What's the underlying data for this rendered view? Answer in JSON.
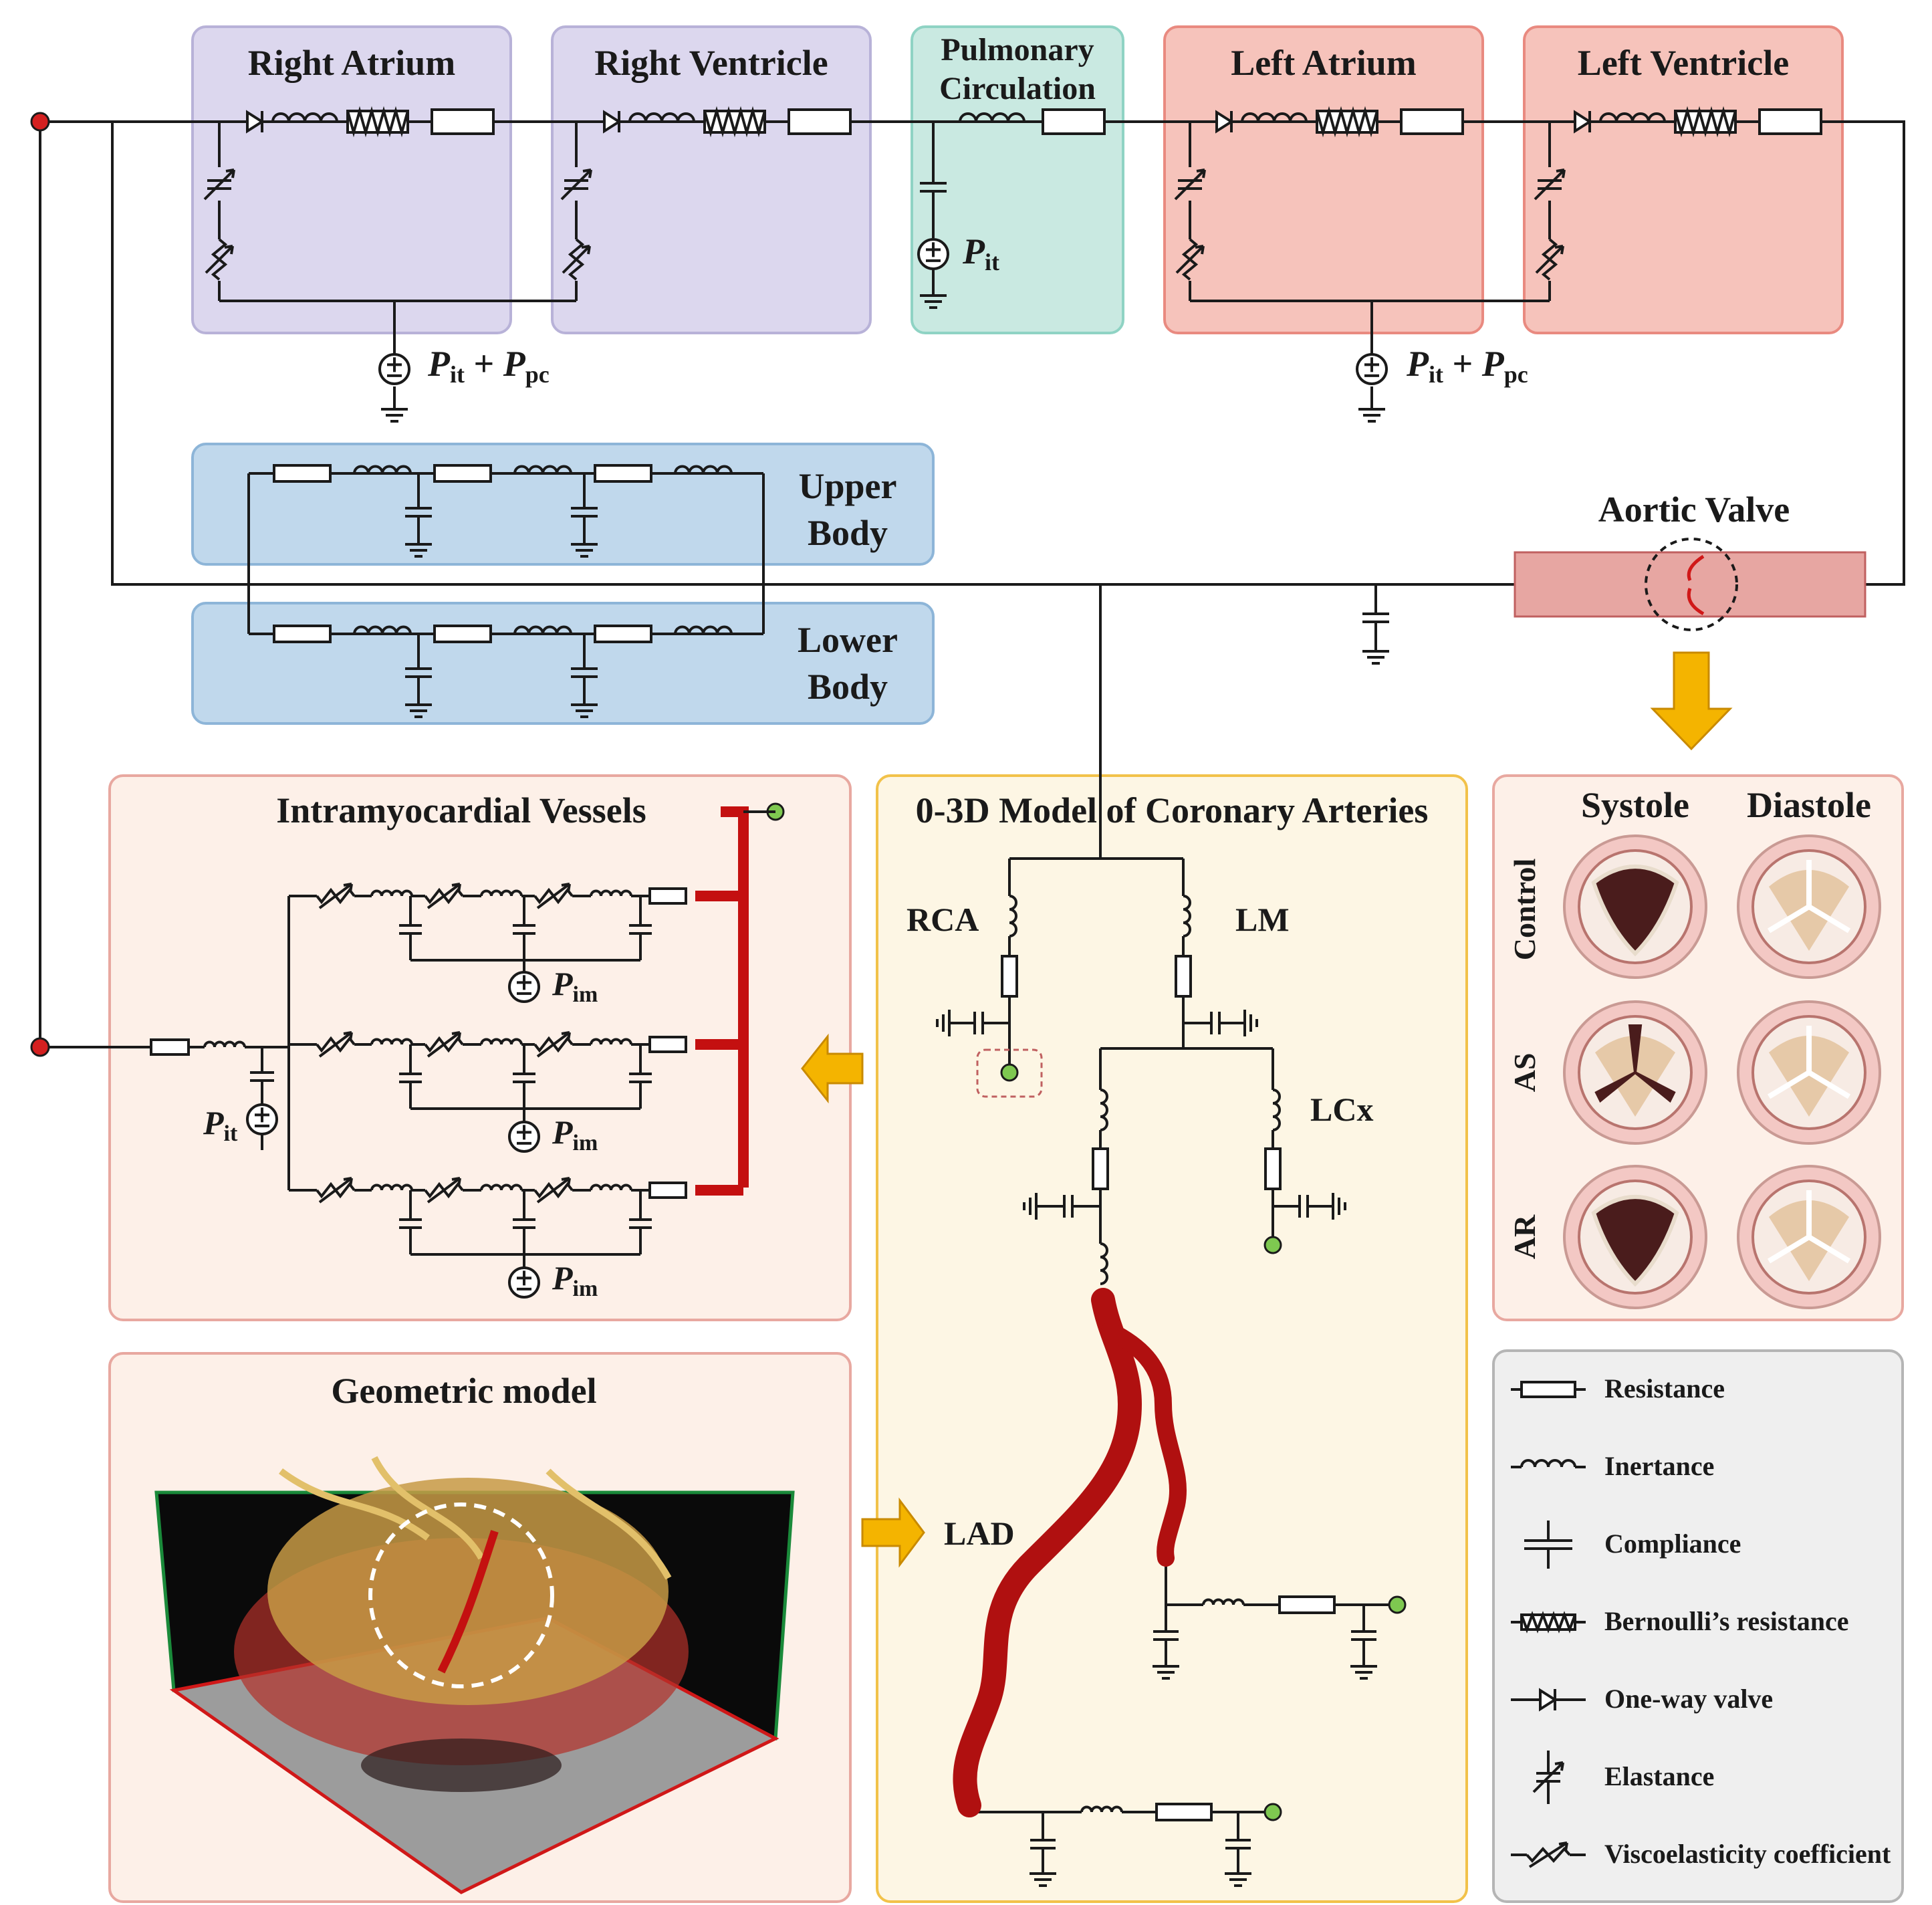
{
  "colors": {
    "right_heart_fill": "#dcd7ee",
    "right_heart_stroke": "#b8b2d8",
    "pulmonary_fill": "#c9e9e1",
    "pulmonary_stroke": "#8fd3c4",
    "left_heart_fill": "#f6c3bb",
    "left_heart_stroke": "#e98a80",
    "body_fill": "#c0d8ec",
    "body_stroke": "#8db5d8",
    "panel_fill": "#fdf0e8",
    "panel_stroke": "#e8a8a0",
    "coronary_fill": "#fdf6e4",
    "coronary_stroke": "#f2c24a",
    "legend_fill": "#efefef",
    "legend_stroke": "#b5b5b5",
    "vessel_red": "#b01010",
    "node_red": "#d42020",
    "node_green": "#7ec850",
    "arrow_yellow": "#f4b400",
    "aortic_fill": "#e7a6a2"
  },
  "chambers": {
    "right_atrium": "Right Atrium",
    "right_ventricle": "Right Ventricle",
    "pulmonary_line1": "Pulmonary",
    "pulmonary_line2": "Circulation",
    "left_atrium": "Left Atrium",
    "left_ventricle": "Left Ventricle"
  },
  "pressures": {
    "P": "P",
    "it": "it",
    "pc": "pc",
    "im": "im",
    "plus": "+"
  },
  "body": {
    "upper_line1": "Upper",
    "upper_line2": "Body",
    "lower_line1": "Lower",
    "lower_line2": "Body"
  },
  "aortic_valve": "Aortic Valve",
  "intramyocardial": {
    "title": "Intramyocardial Vessels"
  },
  "coronary": {
    "title": "0-3D Model of Coronary Arteries",
    "rca": "RCA",
    "lm": "LM",
    "lcx": "LCx",
    "lad": "LAD"
  },
  "valve_states": {
    "systole": "Systole",
    "diastole": "Diastole",
    "rows": [
      "Control",
      "AS",
      "AR"
    ]
  },
  "geometric": {
    "title": "Geometric model"
  },
  "legend": {
    "items": [
      "Resistance",
      "Inertance",
      "Compliance",
      "Bernoulli’s resistance",
      "One-way valve",
      "Elastance",
      "Viscoelasticity coefficient"
    ]
  }
}
